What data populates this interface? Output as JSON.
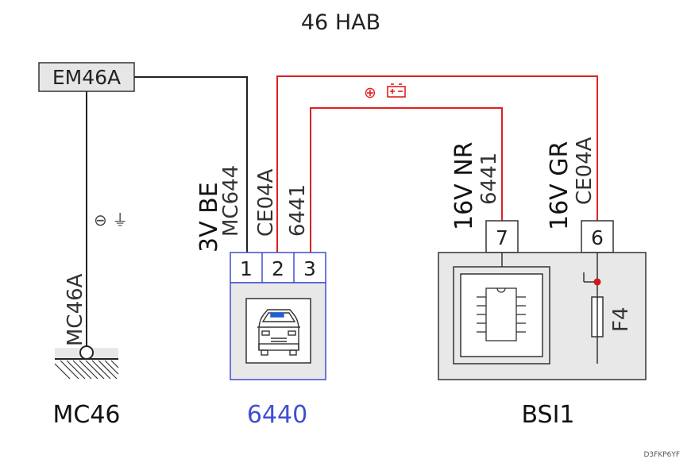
{
  "title": "46 HAB",
  "components": {
    "em46a": {
      "label": "EM46A"
    },
    "mc46": {
      "label": "MC46",
      "wire_label": "MC46A"
    },
    "c6440": {
      "label": "6440",
      "pins": [
        "1",
        "2",
        "3"
      ]
    },
    "bsi": {
      "label": "BSI1",
      "pins": [
        "7",
        "6"
      ],
      "fuse_label": "F4"
    }
  },
  "wire_labels": {
    "w_3vbe": "3V BE",
    "w_mc644": "MC644",
    "w_ce04a_left": "CE04A",
    "w_6441_left": "6441",
    "w_16vnr": "16V NR",
    "w_6441_right": "6441",
    "w_16vgr": "16V GR",
    "w_ce04a_right": "CE04A"
  },
  "symbols": {
    "ground": "⊖ ⏚",
    "positive": "⊕"
  },
  "icons": {
    "ground": "ground-icon",
    "battery": "battery-icon",
    "car": "car-front-icon",
    "chip": "chip-icon",
    "fuse": "fuse-icon"
  },
  "colors": {
    "positive_wire": "#e02020",
    "ground_wire": "#222222",
    "component_6440": "#3f4fd0"
  },
  "footer_code": "D3FKP6YF"
}
